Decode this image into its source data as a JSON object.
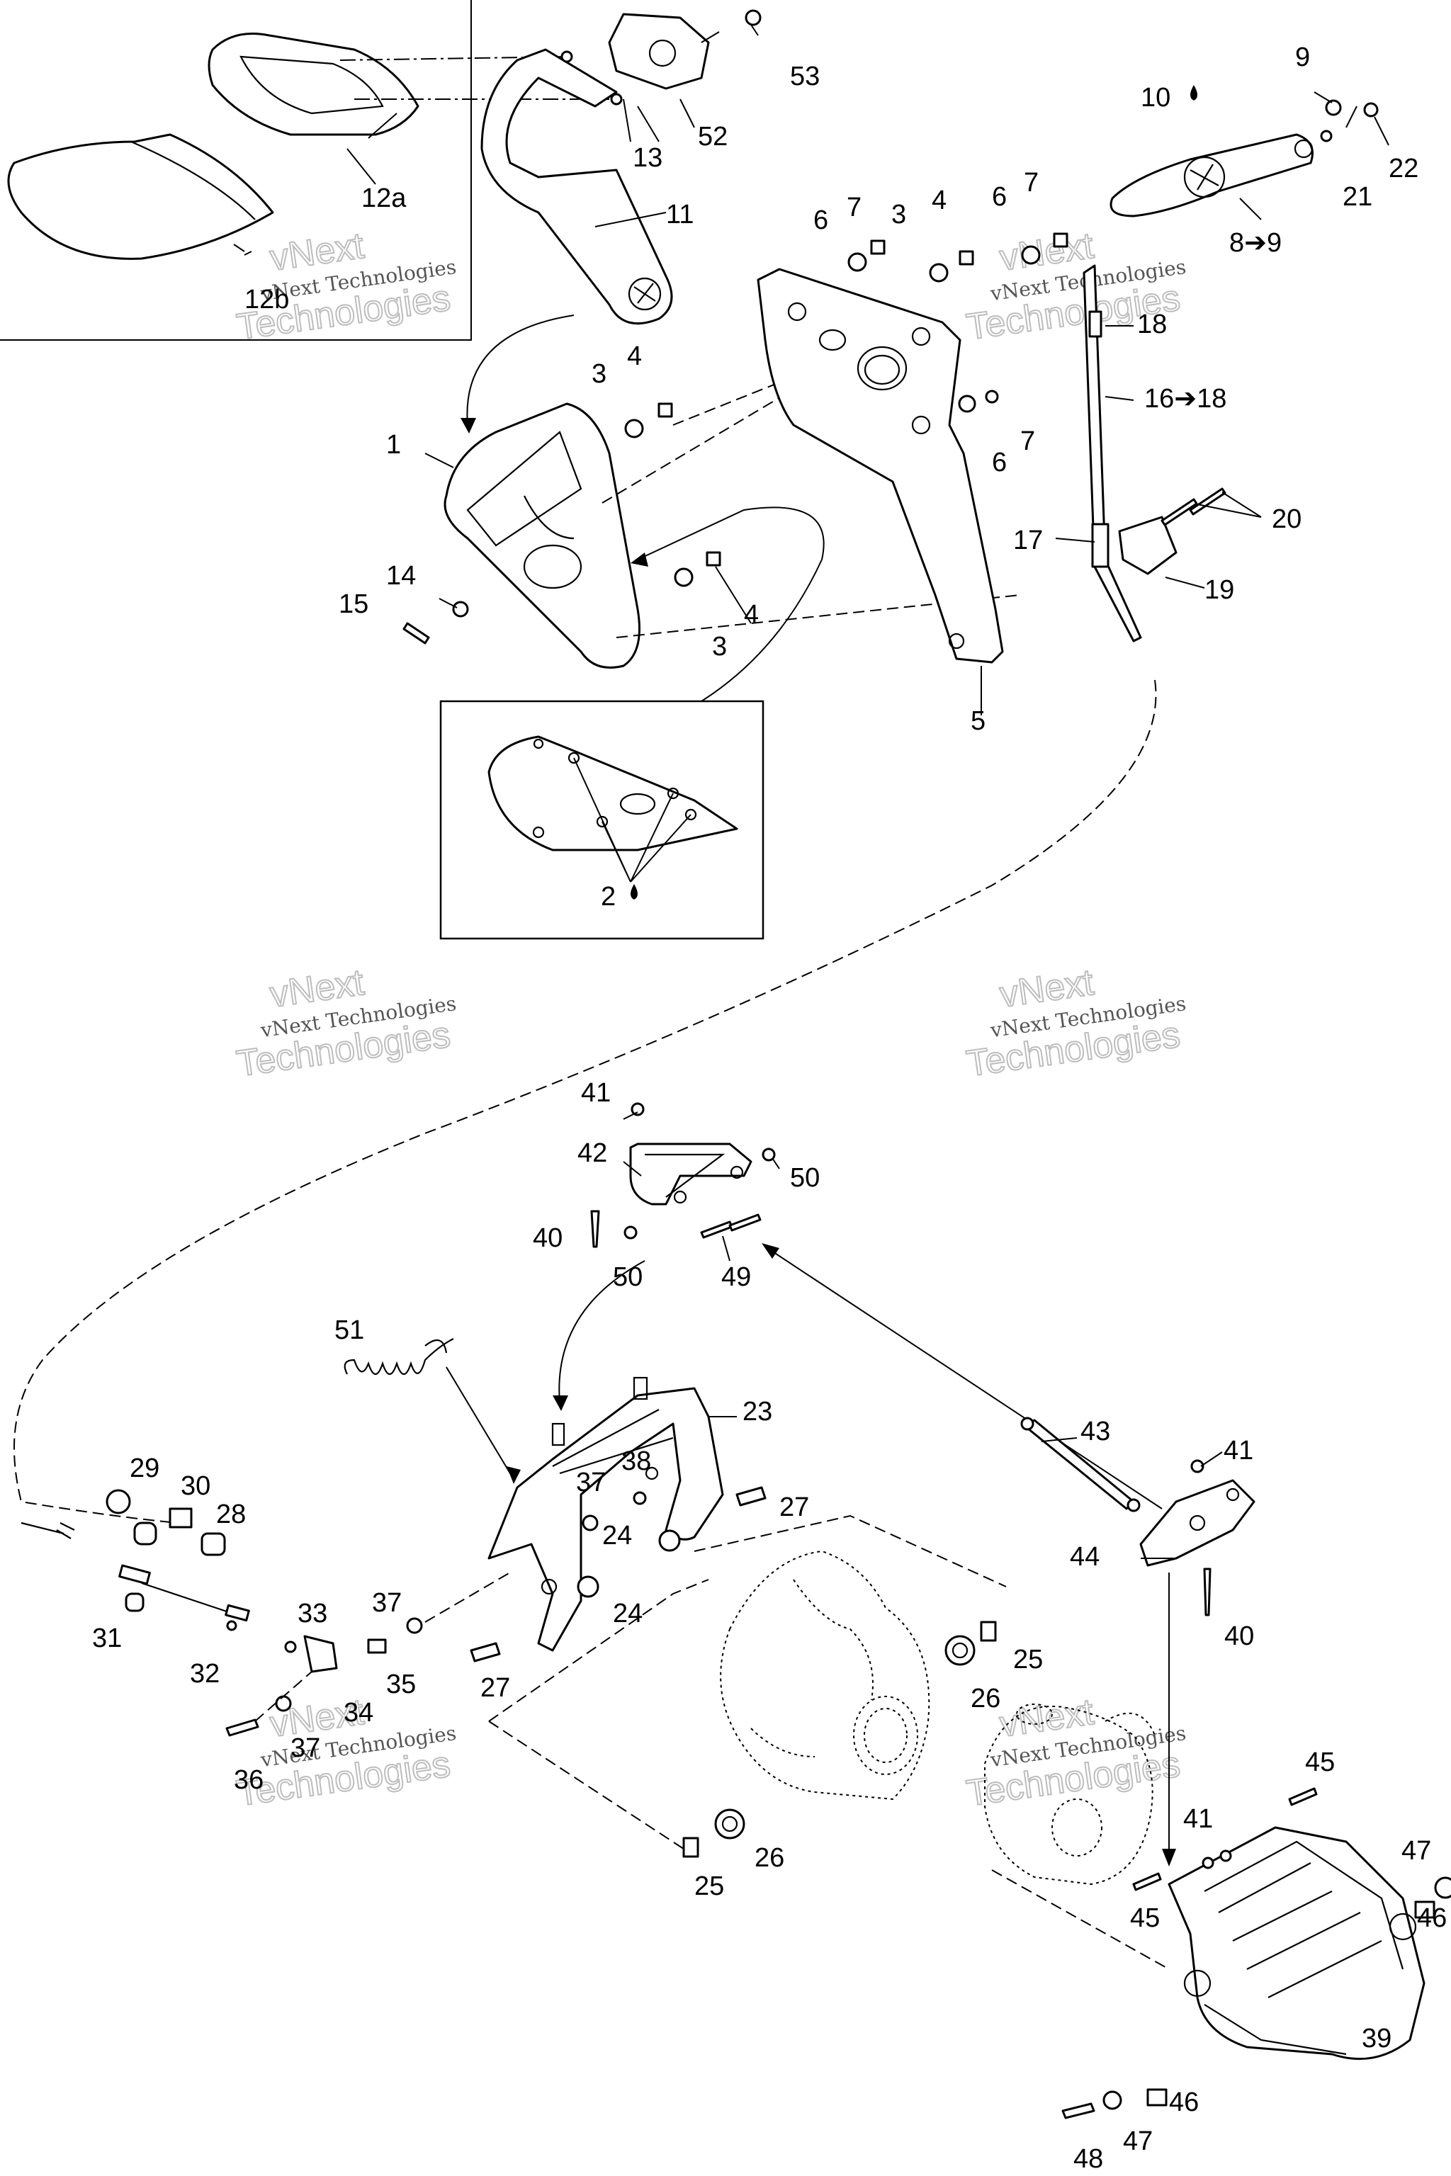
{
  "watermark": {
    "line1": "vNext",
    "line2": "vNext Technologies",
    "line3": "Technologies"
  },
  "callouts": {
    "c1": "1",
    "c2": "2",
    "c3a": "3",
    "c3b": "3",
    "c3c": "3",
    "c4a": "4",
    "c4b": "4",
    "c4c": "4",
    "c5": "5",
    "c6a": "6",
    "c6b": "6",
    "c6c": "6",
    "c7a": "7",
    "c7b": "7",
    "c7c": "7",
    "c8": "8➔9",
    "c9": "9",
    "c10": "10",
    "c11": "11",
    "c12a": "12a",
    "c12b": "12b",
    "c13": "13",
    "c14": "14",
    "c15": "15",
    "c16": "16➔18",
    "c17": "17",
    "c18": "18",
    "c19": "19",
    "c20": "20",
    "c21": "21",
    "c22": "22",
    "c23": "23",
    "c24a": "24",
    "c24b": "24",
    "c25a": "25",
    "c25b": "25",
    "c26a": "26",
    "c26b": "26",
    "c27a": "27",
    "c27b": "27",
    "c28": "28",
    "c29": "29",
    "c30": "30",
    "c31": "31",
    "c32": "32",
    "c33": "33",
    "c34": "34",
    "c35": "35",
    "c36": "36",
    "c37a": "37",
    "c37b": "37",
    "c37c": "37",
    "c38": "38",
    "c39": "39",
    "c40a": "40",
    "c40b": "40",
    "c41a": "41",
    "c41b": "41",
    "c41c": "41",
    "c42": "42",
    "c43": "43",
    "c44": "44",
    "c45a": "45",
    "c45b": "45",
    "c46a": "46",
    "c46b": "46",
    "c47a": "47",
    "c47b": "47",
    "c48": "48",
    "c49": "49",
    "c50a": "50",
    "c50b": "50",
    "c51": "51",
    "c52": "52",
    "c53": "53"
  }
}
